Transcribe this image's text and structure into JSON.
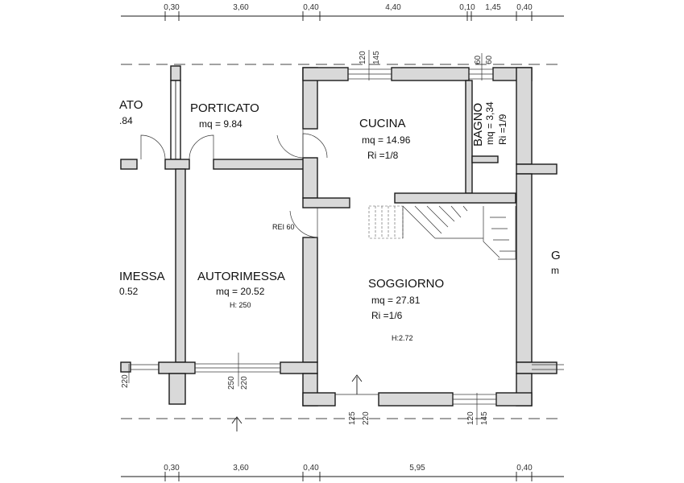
{
  "dimensions_top": [
    "0,30",
    "3,60",
    "0,40",
    "4,40",
    "0,10",
    "1,45",
    "0,40"
  ],
  "dimensions_bottom": [
    "0,30",
    "3,60",
    "0,40",
    "5,95",
    "0,40"
  ],
  "rooms": {
    "porticato_left": {
      "name": "ATO",
      "area": ".84"
    },
    "porticato": {
      "name": "PORTICATO",
      "area": "mq = 9.84"
    },
    "cucina": {
      "name": "CUCINA",
      "area": "mq = 14.96",
      "ri": "Ri =1/8"
    },
    "bagno": {
      "name": "BAGNO",
      "area": "mq = 3,34",
      "ri": "Ri =1/9"
    },
    "autorimessa_left": {
      "name": "IMESSA",
      "area": "0.52"
    },
    "autorimessa": {
      "name": "AUTORIMESSA",
      "area": "mq = 20.52",
      "height": "H: 250"
    },
    "soggiorno": {
      "name": "SOGGIORNO",
      "area": "mq = 27.81",
      "ri": "Ri =1/6",
      "height": "H:2.72"
    },
    "right_edge": {
      "name": "G",
      "area": "m"
    }
  },
  "door_label": "REI 60",
  "openings": {
    "cucina_window_a": "120",
    "cucina_window_b": "145",
    "bagno_window_a": "60",
    "bagno_window_b": "60",
    "garage_door_a": "250",
    "garage_door_b": "220",
    "left_door": "220",
    "entry_a": "125",
    "entry_b": "220",
    "soggiorno_window_a": "120",
    "soggiorno_window_b": "145"
  }
}
